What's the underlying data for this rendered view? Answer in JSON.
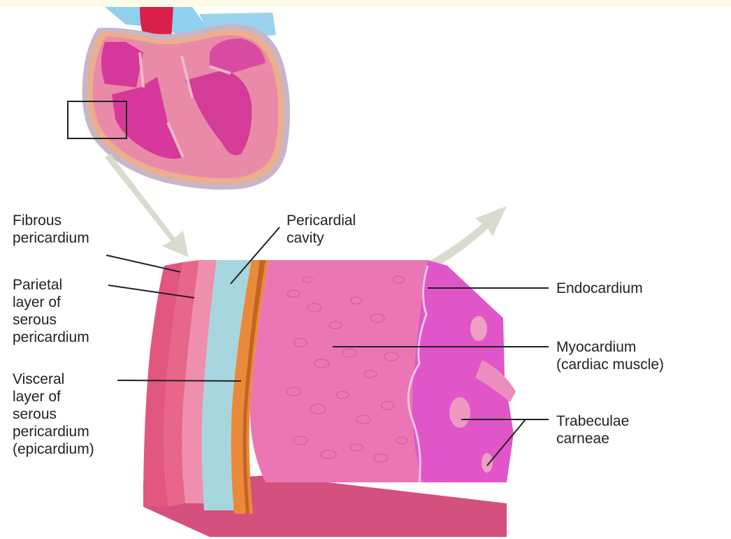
{
  "labels": {
    "fibrous_pericardium": [
      "Fibrous",
      "pericardium"
    ],
    "parietal_layer": [
      "Parietal",
      "layer of",
      "serous",
      "pericardium"
    ],
    "visceral_layer": [
      "Visceral",
      "layer of",
      "serous",
      "pericardium",
      "(epicardium)"
    ],
    "pericardial_cavity": [
      "Pericardial",
      "cavity"
    ],
    "endocardium": [
      "Endocardium"
    ],
    "myocardium": [
      "Myocardium",
      "(cardiac muscle)"
    ],
    "trabeculae_carneae": [
      "Trabeculae",
      "carneae"
    ]
  },
  "colors": {
    "heart_muscle": "#e0449a",
    "heart_chamber": "#d5389a",
    "pericardium_pink": "#e87a9a",
    "cavity_blue": "#a8d6df",
    "epicardium_orange": "#e98a3b",
    "myocardium_pink": "#ea77b4",
    "endocardium_pink": "#e055c8",
    "arrow_gray": "#d8dccf",
    "aorta_red": "#d8204a",
    "vessel_blue": "#8fd0ef"
  }
}
